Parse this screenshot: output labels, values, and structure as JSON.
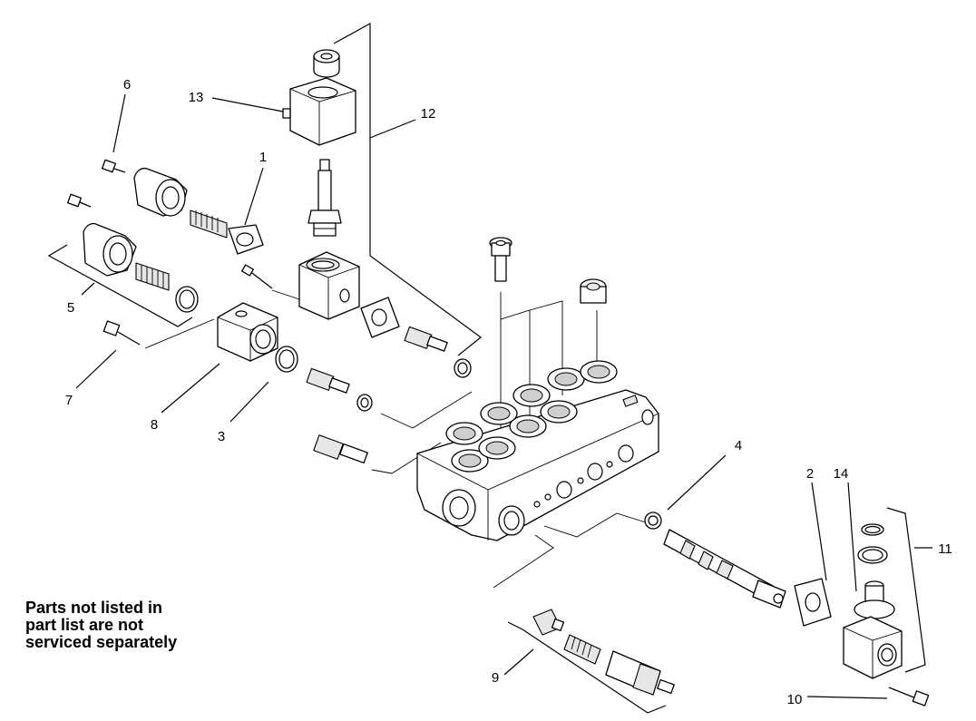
{
  "note": {
    "lines": [
      "Parts not listed in",
      "part list are not",
      "serviced separately"
    ]
  },
  "callouts": [
    {
      "id": "c1",
      "label": "1"
    },
    {
      "id": "c2",
      "label": "2"
    },
    {
      "id": "c3",
      "label": "3"
    },
    {
      "id": "c4",
      "label": "4"
    },
    {
      "id": "c5",
      "label": "5"
    },
    {
      "id": "c6",
      "label": "6"
    },
    {
      "id": "c7",
      "label": "7"
    },
    {
      "id": "c8",
      "label": "8"
    },
    {
      "id": "c9",
      "label": "9"
    },
    {
      "id": "c10",
      "label": "10"
    },
    {
      "id": "c11",
      "label": "11"
    },
    {
      "id": "c12",
      "label": "12"
    },
    {
      "id": "c13",
      "label": "13"
    },
    {
      "id": "c14",
      "label": "14"
    }
  ],
  "colors": {
    "line": "#000000",
    "background": "#ffffff",
    "shade": "#e6e6e6"
  }
}
